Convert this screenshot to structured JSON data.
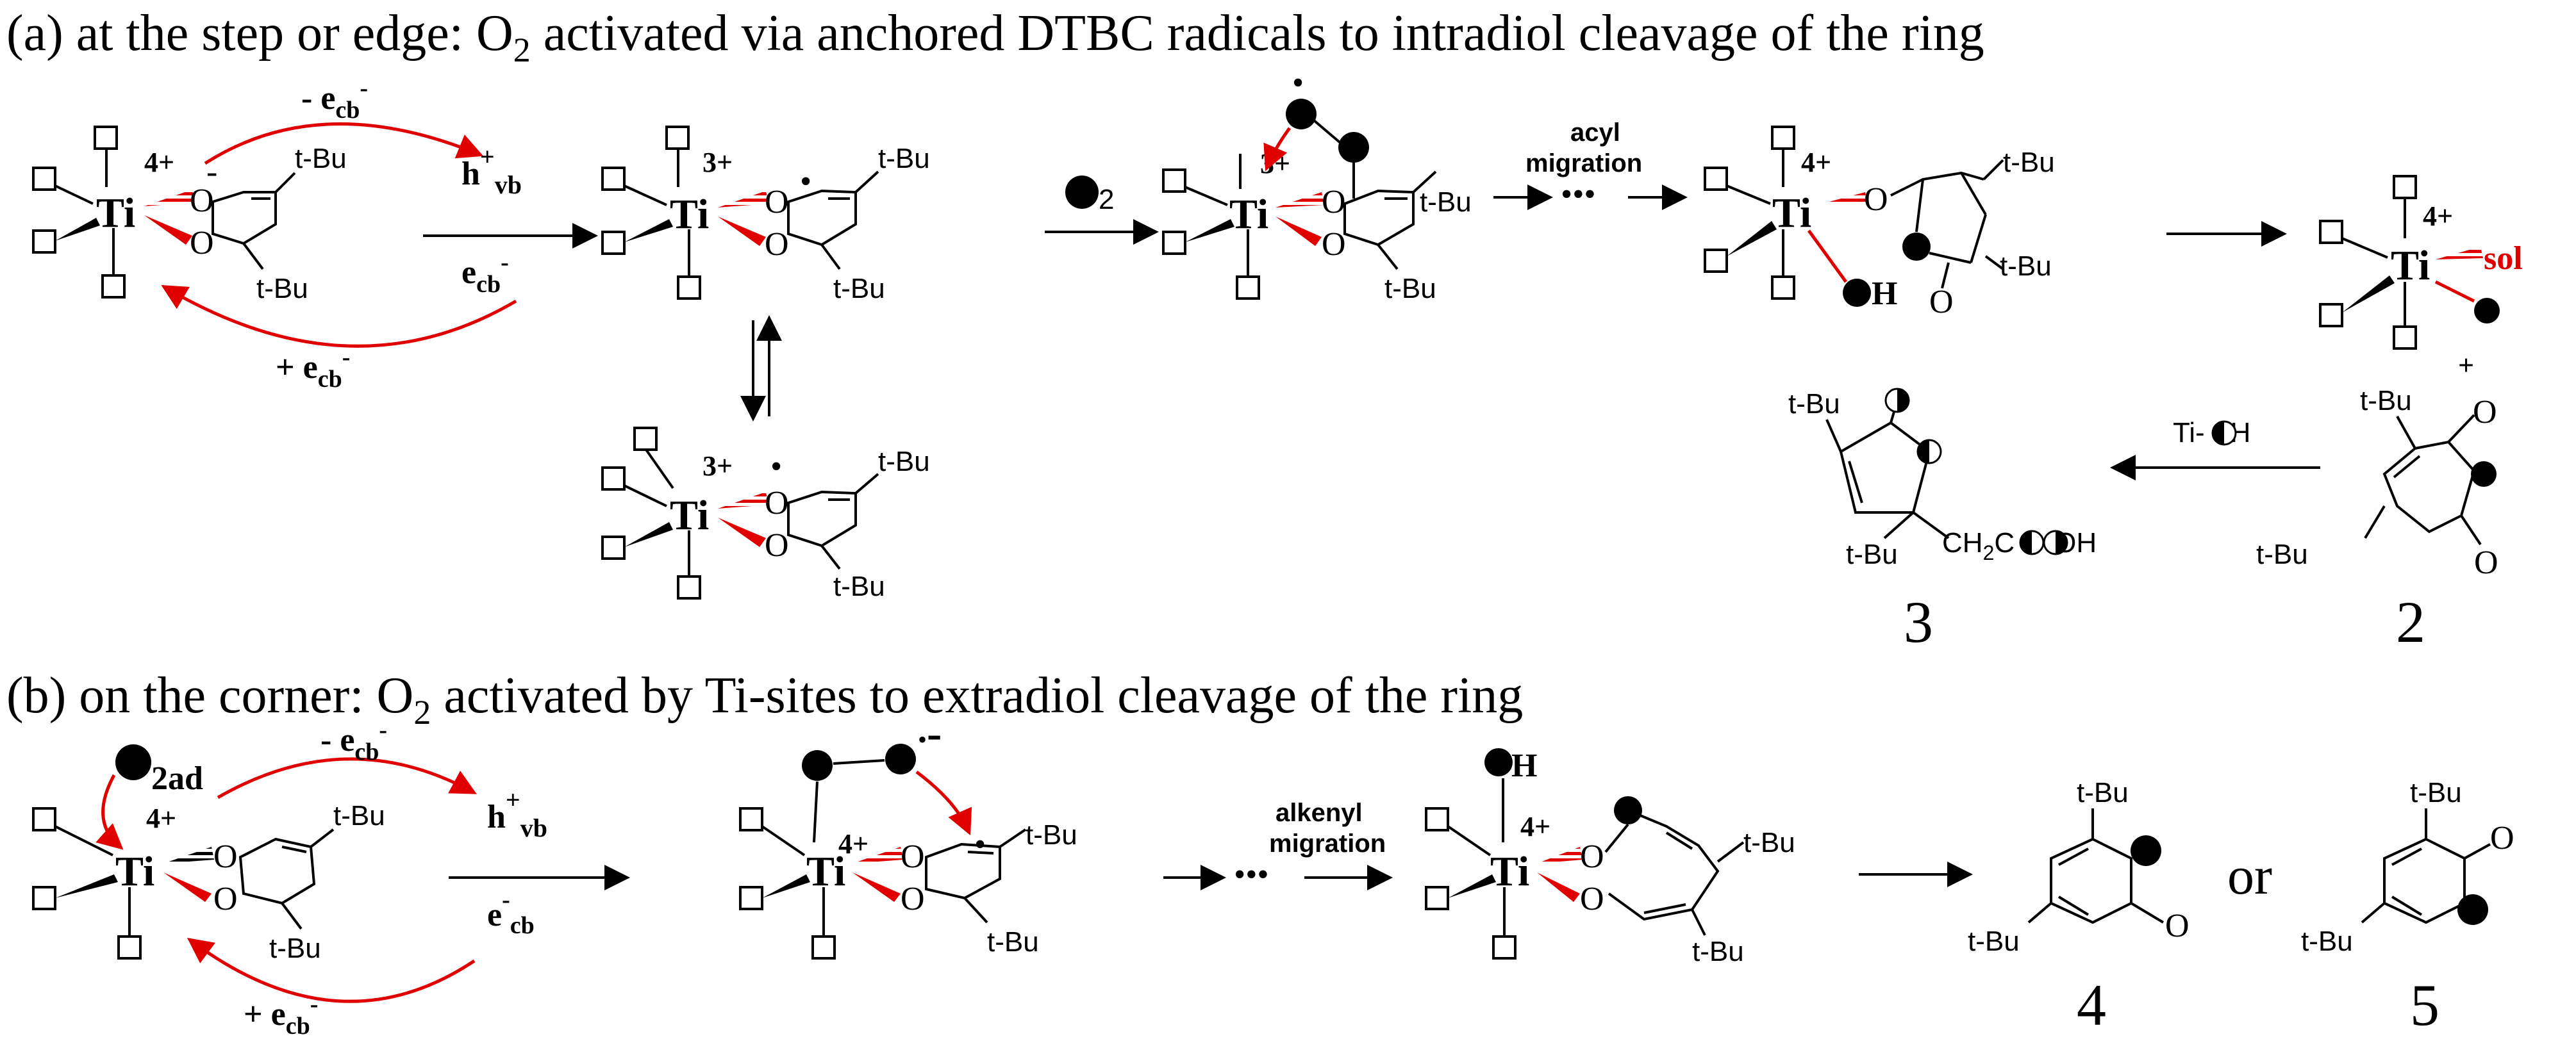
{
  "titles": {
    "a": "(a) at the step or edge: O",
    "a_sub": "2",
    "a_rest": " activated via anchored DTBC radicals to intradiol cleavage of the ring",
    "b": "(b) on the corner: O",
    "b_sub": "2",
    "b_rest": " activated by Ti-sites  to extradiol cleavage of the ring"
  },
  "labels": {
    "ti": "Ti",
    "ti_4": "4+",
    "ti_3": "3+",
    "o": "O",
    "minus": "-",
    "tbu": "t-Bu",
    "dot": "•",
    "o2_sub": "2",
    "o2ad_sub": "2ad",
    "sol": "sol",
    "h": "H",
    "plus": "+",
    "tiohname": "Ti-",
    "tioh_h": "H",
    "ch2cooh_a": "CH",
    "ch2cooh_sub": "2",
    "ch2cooh_c": "C",
    "ch2cooh_oh": "OH",
    "or": "or"
  },
  "arrows": {
    "a1_top": "- e",
    "a1_top_sub": "cb",
    "a1_top_sup": "-",
    "a1_mid": "h",
    "a1_mid_sup": "+",
    "a1_mid_sub": "vb",
    "a1_low": "e",
    "a1_low_sub": "cb",
    "a1_low_sup": "-",
    "a1_bottom": "+ e",
    "a1_bottom_sub": "cb",
    "a1_bottom_sup": "-",
    "acyl_1": "acyl",
    "acyl_2": "migration",
    "dots": "•••",
    "b1_top": "- e",
    "b1_top_sub": "cb",
    "b1_top_sup": "-",
    "b1_mid": "h",
    "b1_mid_sup": "+",
    "b1_mid_sub": "vb",
    "b1_low": "e",
    "b1_low_sup": "-",
    "b1_low_sub": "cb",
    "b1_bottom": "+ e",
    "b1_bottom_sub": "cb",
    "b1_bottom_sup": "-",
    "alk_1": "alkenyl",
    "alk_2": "migration"
  },
  "compounds": {
    "c2": "2",
    "c3": "3",
    "c4": "4",
    "c5": "5"
  },
  "colors": {
    "red": "#e00000",
    "black": "#000000"
  }
}
